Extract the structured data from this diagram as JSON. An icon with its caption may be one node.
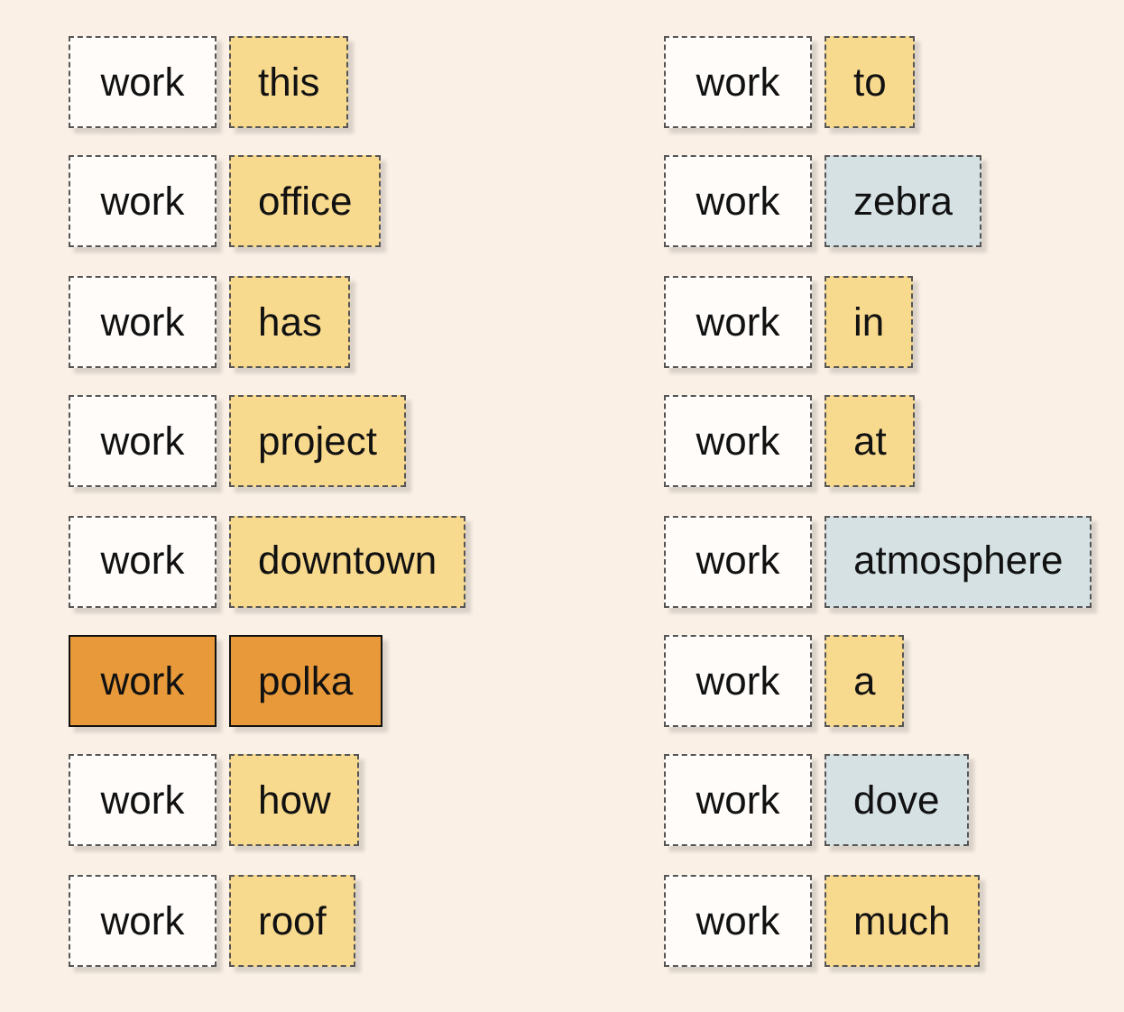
{
  "diagram": {
    "nodes": [
      {
        "text": [
          "work"
        ]
      },
      {
        "text": [
          "this"
        ]
      },
      {
        "text": [
          "work"
        ]
      },
      {
        "text": [
          "office"
        ]
      },
      {
        "text": [
          "work"
        ]
      },
      {
        "text": [
          "has"
        ]
      },
      {
        "text": [
          "work"
        ]
      },
      {
        "text": [
          "project"
        ]
      },
      {
        "text": [
          "work"
        ]
      },
      {
        "text": [
          "downtown"
        ]
      },
      {
        "text": [
          "work"
        ]
      },
      {
        "text": [
          "polka"
        ]
      },
      {
        "text": [
          "work"
        ]
      },
      {
        "text": [
          "how"
        ]
      },
      {
        "text": [
          "work"
        ]
      },
      {
        "text": [
          "roof"
        ]
      },
      {
        "text": [
          "work"
        ]
      },
      {
        "text": [
          "to"
        ]
      },
      {
        "text": [
          "work"
        ]
      },
      {
        "text": [
          "zebra"
        ]
      },
      {
        "text": [
          "work"
        ]
      },
      {
        "text": [
          "in"
        ]
      },
      {
        "text": [
          "work"
        ]
      },
      {
        "text": [
          "at"
        ]
      },
      {
        "text": [
          "work"
        ]
      },
      {
        "text": [
          "atmosphere"
        ]
      },
      {
        "text": [
          "work"
        ]
      },
      {
        "text": [
          "a"
        ]
      },
      {
        "text": [
          "work"
        ]
      },
      {
        "text": [
          "dove"
        ]
      },
      {
        "text": [
          "work"
        ]
      },
      {
        "text": [
          "much"
        ]
      }
    ]
  }
}
